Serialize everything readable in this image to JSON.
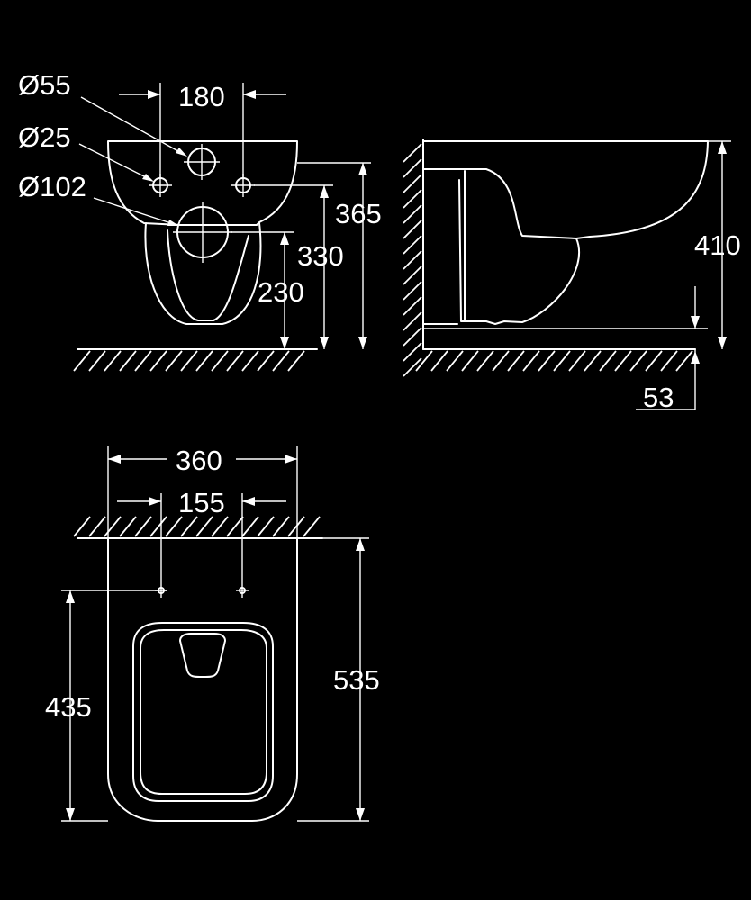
{
  "colors": {
    "background": "#000000",
    "linework": "#ffffff"
  },
  "front_view": {
    "dia_outlet_small": "Ø55",
    "dia_inlet": "Ø25",
    "dia_waste": "Ø102",
    "dim_bolt_spacing": "180",
    "dim_rim_height": "365",
    "dim_bolt_height": "330",
    "dim_waste_height": "230"
  },
  "side_view": {
    "dim_height": "410",
    "dim_floor_gap": "53"
  },
  "top_view": {
    "dim_width": "360",
    "dim_fixing_spacing": "155",
    "dim_depth": "535",
    "dim_fixing_distance": "435"
  }
}
